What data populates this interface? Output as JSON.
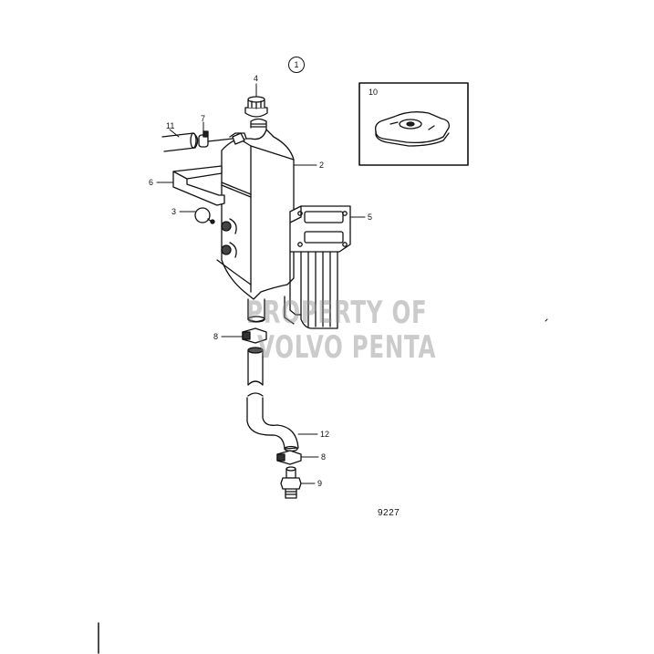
{
  "diagram": {
    "group_callout": "1",
    "figure_number": "9227",
    "watermark": {
      "line1": "PROPERTY OF",
      "line2": "VOLVO PENTA"
    },
    "parts": [
      {
        "id": "2",
        "label": "2",
        "name": "expansion-tank"
      },
      {
        "id": "3",
        "label": "3",
        "name": "plug"
      },
      {
        "id": "4",
        "label": "4",
        "name": "filler-cap"
      },
      {
        "id": "5",
        "label": "5",
        "name": "heat-exchanger"
      },
      {
        "id": "6",
        "label": "6",
        "name": "bracket"
      },
      {
        "id": "7",
        "label": "7",
        "name": "hose-clamp"
      },
      {
        "id": "8a",
        "label": "8",
        "name": "hose-clamp-upper"
      },
      {
        "id": "8b",
        "label": "8",
        "name": "hose-clamp-lower"
      },
      {
        "id": "9",
        "label": "9",
        "name": "nipple"
      },
      {
        "id": "10",
        "label": "10",
        "name": "pressure-cap-inset"
      },
      {
        "id": "11",
        "label": "11",
        "name": "hose"
      },
      {
        "id": "12",
        "label": "12",
        "name": "hose-bent"
      }
    ],
    "colors": {
      "line": "#111111",
      "background": "#ffffff",
      "watermark": "#8c8c8c"
    }
  }
}
